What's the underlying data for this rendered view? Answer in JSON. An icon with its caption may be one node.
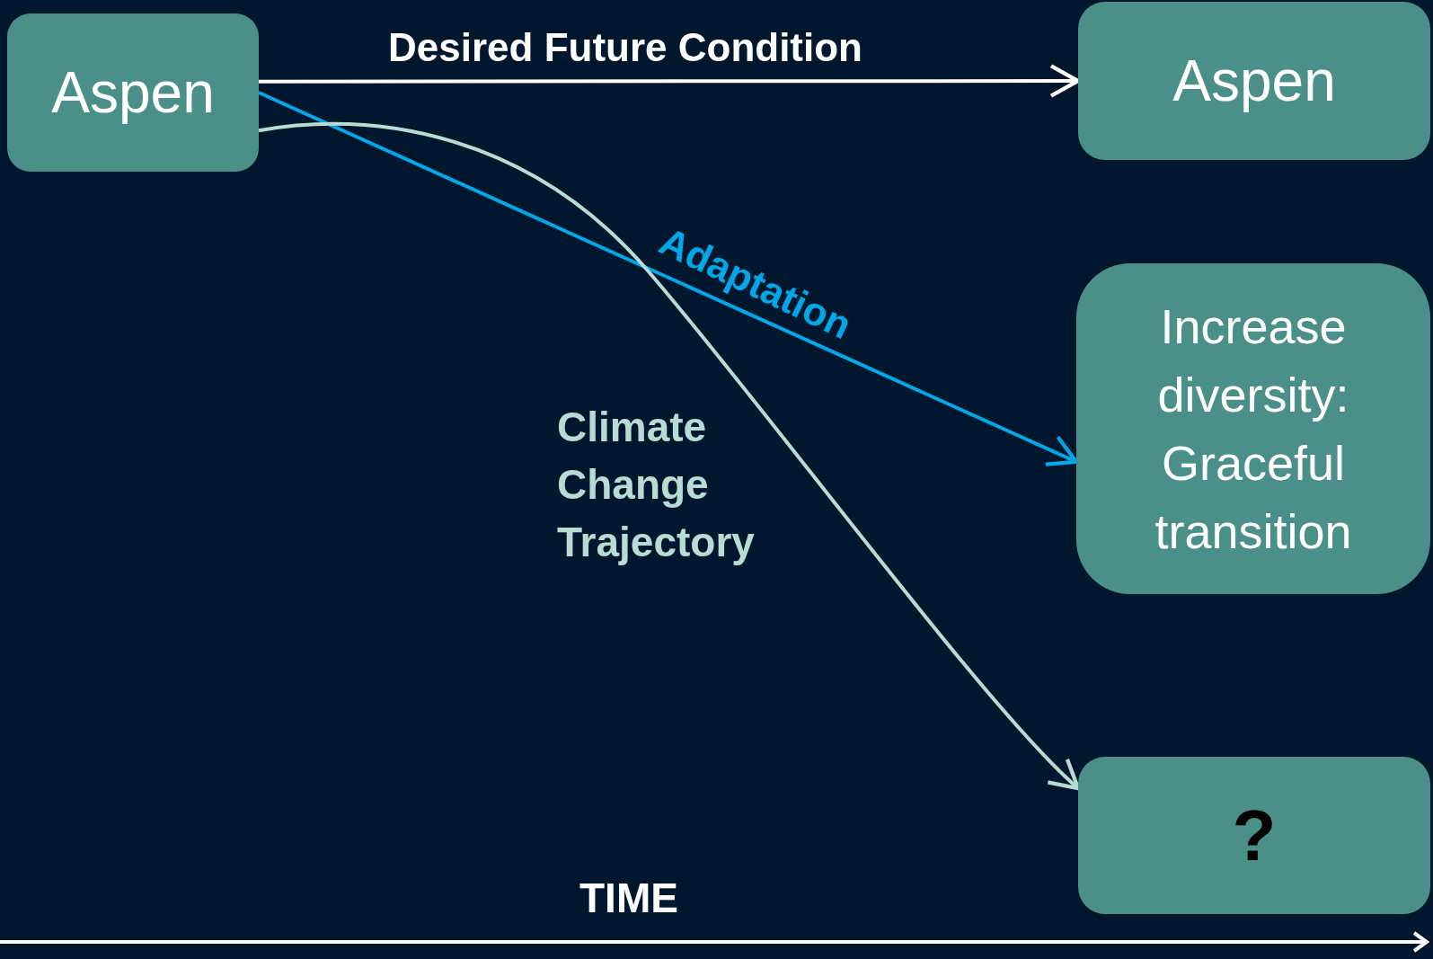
{
  "diagram": {
    "nodes": [
      {
        "text": [
          "Aspen"
        ]
      },
      {
        "text": [
          "Aspen"
        ]
      },
      {
        "text": [
          "Increase diversity: Graceful transition"
        ]
      },
      {
        "text": [
          "?"
        ]
      }
    ],
    "edges": [
      {
        "from": 0,
        "to": 1,
        "arrow": "to",
        "label": "Desired Future Condition",
        "color": "#ffffff"
      },
      {
        "from": 0,
        "to": 2,
        "arrow": "to",
        "label": "Adaptation",
        "color": "#00a6e6"
      },
      {
        "from": 0,
        "to": 3,
        "arrow": "to",
        "label": "Climate Change Trajectory",
        "color": "#b8dcd4"
      }
    ],
    "labels": [
      "TIME"
    ]
  }
}
